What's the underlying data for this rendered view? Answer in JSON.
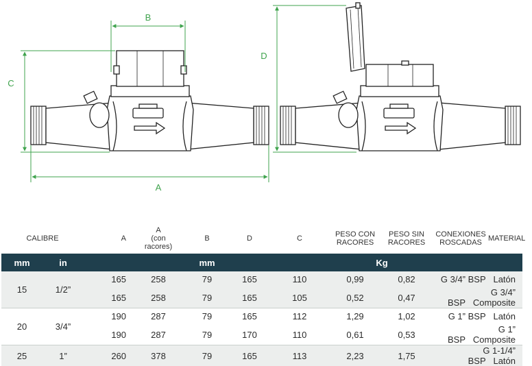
{
  "dimensions": {
    "a": "A",
    "b": "B",
    "c": "C",
    "d": "D"
  },
  "table": {
    "headers": [
      "CALIBRE",
      "A",
      "A (con racores)",
      "B",
      "D",
      "C",
      "PESO CON RACORES",
      "PESO SIN RACORES",
      "CONEXIONES ROSCADAS",
      "MATERIAL"
    ],
    "header_a_line1": "A",
    "header_a_line2": "(con",
    "header_a_line3": "racores)",
    "header_peso_con_1": "PESO CON",
    "header_peso_con_2": "RACORES",
    "header_peso_sin_1": "PESO SIN",
    "header_peso_sin_2": "RACORES",
    "header_conex_1": "CONEXIONES",
    "header_conex_2": "ROSCADAS",
    "units": {
      "mm": "mm",
      "in": "in",
      "dims": "mm",
      "weight": "Kg"
    },
    "groups": [
      {
        "mm": "15",
        "in": "1/2”",
        "rows": [
          {
            "a": "165",
            "a_racores": "258",
            "b": "79",
            "d": "165",
            "c": "110",
            "peso_con": "0,99",
            "peso_sin": "0,82",
            "conexion": "G 3/4” BSP",
            "material": "Latón"
          },
          {
            "a": "165",
            "a_racores": "258",
            "b": "79",
            "d": "165",
            "c": "105",
            "peso_con": "0,52",
            "peso_sin": "0,47",
            "conexion": "G 3/4” BSP",
            "material": "Composite"
          }
        ]
      },
      {
        "mm": "20",
        "in": "3/4”",
        "rows": [
          {
            "a": "190",
            "a_racores": "287",
            "b": "79",
            "d": "165",
            "c": "112",
            "peso_con": "1,29",
            "peso_sin": "1,02",
            "conexion": "G 1” BSP",
            "material": "Latón"
          },
          {
            "a": "190",
            "a_racores": "287",
            "b": "79",
            "d": "170",
            "c": "110",
            "peso_con": "0,61",
            "peso_sin": "0,53",
            "conexion": "G 1” BSP",
            "material": "Composite"
          }
        ]
      },
      {
        "mm": "25",
        "in": "1”",
        "rows": [
          {
            "a": "260",
            "a_racores": "378",
            "b": "79",
            "d": "165",
            "c": "113",
            "peso_con": "2,23",
            "peso_sin": "1,75",
            "conexion": "G 1-1/4” BSP",
            "material": "Latón"
          }
        ]
      }
    ]
  },
  "colors": {
    "dimension": "#3fa34d",
    "header_band": "#1f3f4d",
    "row_shade": "#eceeed",
    "outline": "#222222"
  }
}
